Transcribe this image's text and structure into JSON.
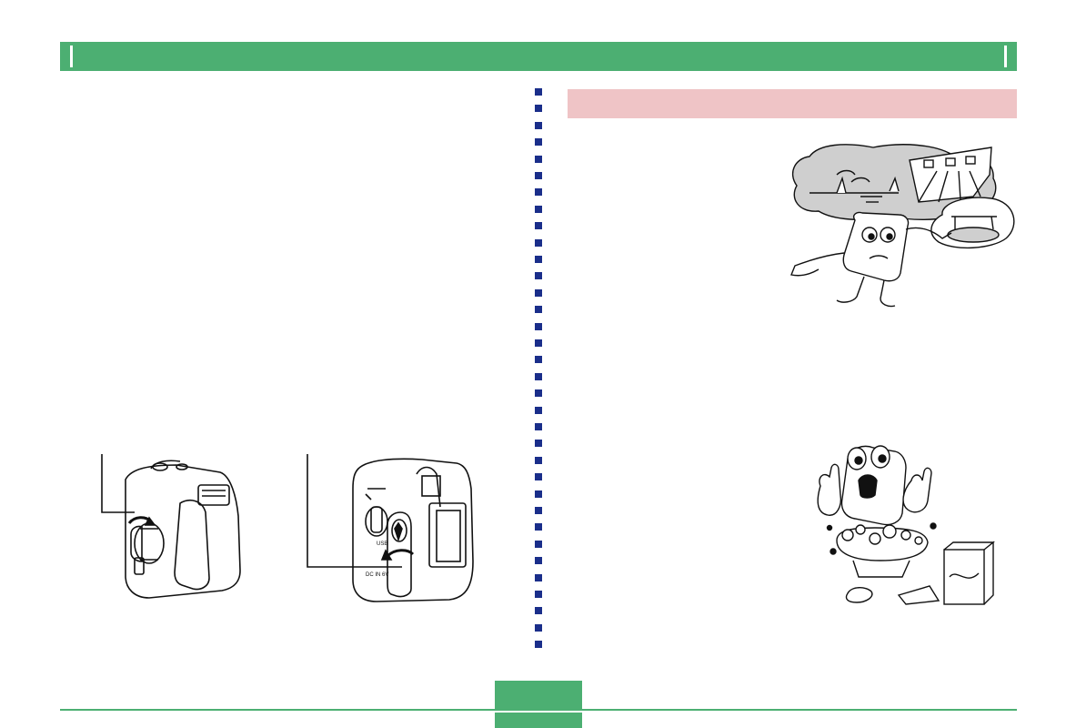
{
  "header": {
    "title": ""
  },
  "section": {
    "heading": ""
  },
  "footer": {
    "page_number": ""
  },
  "figures": {
    "camera_front_panel": {
      "labels": [
        "USB",
        "DC IN 6V"
      ]
    },
    "camera_side": {
      "labels": []
    }
  },
  "colors": {
    "header_green": "#4caf72",
    "section_pink": "#efc4c6",
    "divider_blue": "#1a2e8a"
  },
  "icons": [
    "camera-side-illustration",
    "camera-port-illustration",
    "mascot-confused-illustration",
    "mascot-washing-illustration"
  ]
}
